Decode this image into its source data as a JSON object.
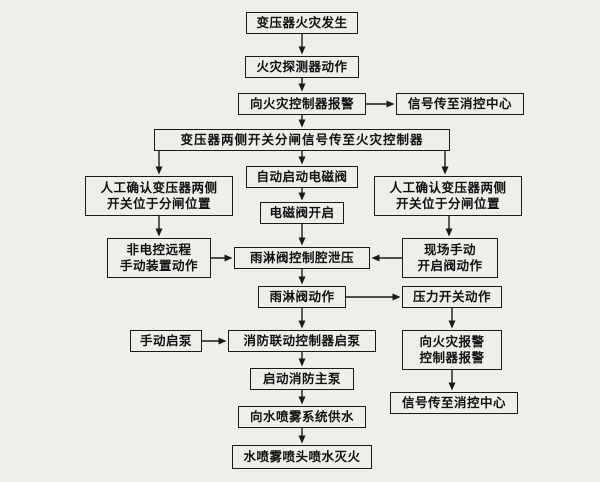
{
  "diagram": {
    "kind": "flowchart",
    "language": "zh-CN",
    "colors": {
      "background": "#efeeea",
      "box_border": "#1a1a1a",
      "text": "#111111",
      "arrow": "#1a1a1a"
    },
    "nodes": {
      "fire_occurs": {
        "text": "变压器火灾发生"
      },
      "detector_acts": {
        "text": "火灾探测器动作"
      },
      "alarm_to_controller": {
        "text": "向火灾控制器报警"
      },
      "signal_to_center_top": {
        "text": "信号传至消控中心"
      },
      "switch_open_signal": {
        "text": "变压器两侧开关分闸信号传至火灾控制器"
      },
      "auto_start_solenoid": {
        "text": "自动启动电磁阀"
      },
      "manual_confirm_left": {
        "text": "人工确认变压器两侧\n开关位于分闸位置"
      },
      "manual_confirm_right": {
        "text": "人工确认变压器两侧\n开关位于分闸位置"
      },
      "solenoid_open": {
        "text": "电磁阀开启"
      },
      "remote_manual_device": {
        "text": "非电控远程\n手动装置动作"
      },
      "deluge_chamber_relief": {
        "text": "雨淋阀控制腔泄压"
      },
      "onsite_manual_open": {
        "text": "现场手动\n开启阀动作"
      },
      "deluge_valve_acts": {
        "text": "雨淋阀动作"
      },
      "pressure_switch_acts": {
        "text": "压力开关动作"
      },
      "manual_pump_start": {
        "text": "手动启泵"
      },
      "linkage_controller_pump": {
        "text": "消防联动控制器启泵"
      },
      "alarm_to_fire_alarm_ctrl": {
        "text": "向火灾报警\n控制器报警"
      },
      "signal_to_center_bottom": {
        "text": "信号传至消控中心"
      },
      "start_main_pump": {
        "text": "启动消防主泵"
      },
      "supply_water_spray": {
        "text": "向水喷雾系统供水"
      },
      "spray_extinguish": {
        "text": "水喷雾喷头喷水灭火"
      }
    },
    "edges": [
      {
        "from": "fire_occurs",
        "to": "detector_acts"
      },
      {
        "from": "detector_acts",
        "to": "alarm_to_controller"
      },
      {
        "from": "alarm_to_controller",
        "to": "signal_to_center_top"
      },
      {
        "from": "alarm_to_controller",
        "to": "switch_open_signal"
      },
      {
        "from": "switch_open_signal",
        "to": "auto_start_solenoid"
      },
      {
        "from": "switch_open_signal",
        "to": "manual_confirm_left"
      },
      {
        "from": "switch_open_signal",
        "to": "manual_confirm_right"
      },
      {
        "from": "auto_start_solenoid",
        "to": "solenoid_open"
      },
      {
        "from": "solenoid_open",
        "to": "deluge_chamber_relief"
      },
      {
        "from": "manual_confirm_left",
        "to": "remote_manual_device"
      },
      {
        "from": "manual_confirm_right",
        "to": "onsite_manual_open"
      },
      {
        "from": "remote_manual_device",
        "to": "deluge_chamber_relief"
      },
      {
        "from": "onsite_manual_open",
        "to": "deluge_chamber_relief"
      },
      {
        "from": "deluge_chamber_relief",
        "to": "deluge_valve_acts"
      },
      {
        "from": "deluge_valve_acts",
        "to": "pressure_switch_acts"
      },
      {
        "from": "deluge_valve_acts",
        "to": "linkage_controller_pump"
      },
      {
        "from": "pressure_switch_acts",
        "to": "alarm_to_fire_alarm_ctrl"
      },
      {
        "from": "alarm_to_fire_alarm_ctrl",
        "to": "signal_to_center_bottom"
      },
      {
        "from": "manual_pump_start",
        "to": "linkage_controller_pump"
      },
      {
        "from": "linkage_controller_pump",
        "to": "start_main_pump"
      },
      {
        "from": "start_main_pump",
        "to": "supply_water_spray"
      },
      {
        "from": "supply_water_spray",
        "to": "spray_extinguish"
      }
    ]
  }
}
